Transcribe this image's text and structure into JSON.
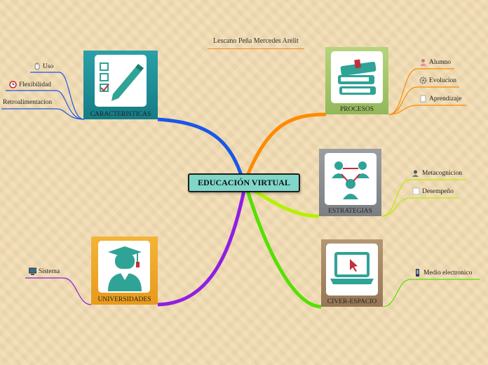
{
  "author": "Lescano Peña Mercedes Arelit",
  "central": "EDUCACIÓN VIRTUAL",
  "topics": {
    "caracteristicas": {
      "label": "CARACTERISTICAS",
      "color": "#1f8e98",
      "leaves": [
        "Uso",
        "Flexibilidad",
        "Retroalimentacion"
      ]
    },
    "procesos": {
      "label": "PROCESOS",
      "color": "#a5c66a",
      "leaves": [
        "Alumno",
        "Evolucion",
        "Aprendizaje"
      ]
    },
    "estrategias": {
      "label": "ESTRATEGIAS",
      "color": "#8a8e92",
      "leaves": [
        "Metacognicion",
        "Desempeño"
      ]
    },
    "universidades": {
      "label": "UNIVERSIDADES",
      "color": "#f0a82a",
      "leaves": [
        "Sistema"
      ]
    },
    "civer": {
      "label": "CIVER-ESPACIO",
      "color": "#a98966",
      "leaves": [
        "Medio electronico"
      ]
    }
  },
  "branch_colors": {
    "blue": "#1a57e8",
    "orange": "#ff8a00",
    "lime": "#b6f000",
    "purple": "#8f1ee6",
    "green": "#55e000"
  },
  "icons": {
    "accent": "#2fa396"
  }
}
